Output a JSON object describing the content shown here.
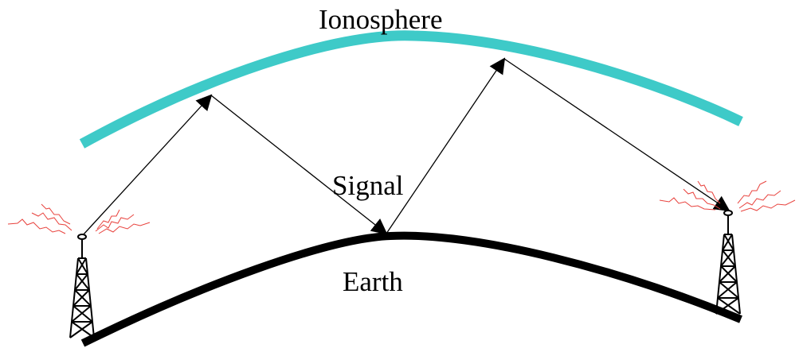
{
  "labels": {
    "ionosphere": "Ionosphere",
    "signal": "Signal",
    "earth": "Earth"
  },
  "colors": {
    "ionosphere": "#3ecac8",
    "earth": "#000000",
    "signal_path": "#000000",
    "radio_waves": "#e8413c",
    "background": "#ffffff"
  },
  "icons": {
    "left_tower": "radio-tower-icon",
    "right_tower": "radio-tower-icon"
  }
}
